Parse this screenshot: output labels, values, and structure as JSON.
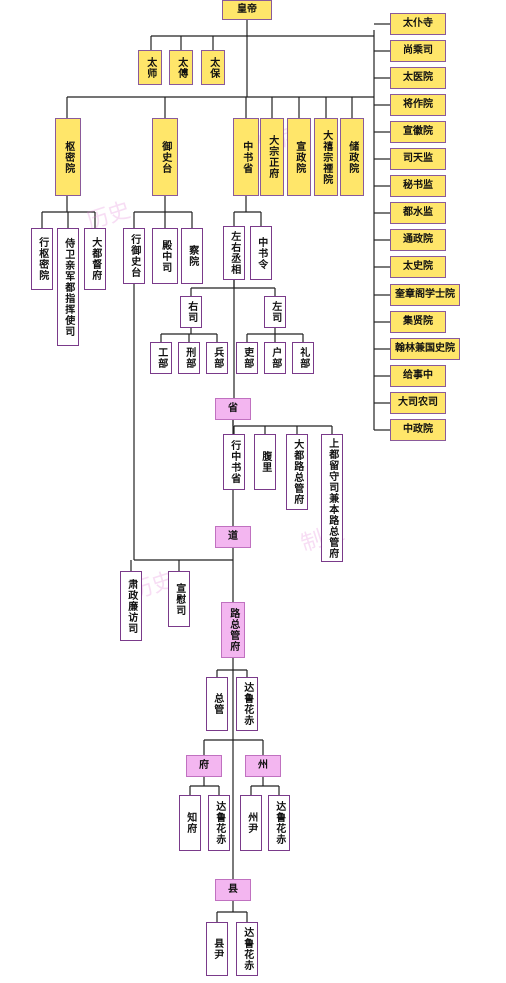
{
  "diagram": {
    "nodes": {
      "huangdi": "皇帝",
      "taishi": "太师",
      "taifu": "太傅",
      "taibao": "太保",
      "shumiyuan": "枢密院",
      "yushitai": "御史台",
      "zhongshusheng": "中书省",
      "dazongzhengfu": "大宗正府",
      "xuanzhengyuan": "宣政院",
      "dazhizongyingyuan": "大禧宗禋院",
      "chuzhengyuan": "储政院",
      "xingshumiyuan": "行枢密院",
      "shiwei": "侍卫亲军都指挥使司",
      "dadudufu": "大都督府",
      "xingyushitai": "行御史台",
      "dianzhongsi": "殿中司",
      "chayuan": "察院",
      "zuoyouchengxiang": "左右丞相",
      "zhongshuling": "中书令",
      "yousi": "右司",
      "zuosi": "左司",
      "gongbu": "工部",
      "xingbu": "刑部",
      "bingbu": "兵部",
      "libu": "吏部",
      "hubu": "户部",
      "libu2": "礼部",
      "sheng": "省",
      "xingzhongshusheng": "行中书省",
      "fuli": "腹里",
      "dadulu": "大都路总管府",
      "shangdu": "上都留守司兼本路总管府",
      "dao": "道",
      "suzheng": "肃政廉访司",
      "xuanweisi": "宣慰司",
      "luzongguanfu": "路总管府",
      "zongguan": "总管",
      "daluhuachi1": "达鲁花赤",
      "fu": "府",
      "zhou": "州",
      "zhifu": "知府",
      "daluhuachi2": "达鲁花赤",
      "zhouyin": "州尹",
      "daluhuachi3": "达鲁花赤",
      "xian": "县",
      "xianyin": "县尹",
      "daluhuachi4": "达鲁花赤"
    },
    "right_list": [
      "太仆寺",
      "尚乘司",
      "太医院",
      "将作院",
      "宣徽院",
      "司天监",
      "秘书监",
      "都水监",
      "通政院",
      "太史院",
      "奎章阁学士院",
      "集贤院",
      "翰林兼国史院",
      "给事中",
      "大司农司",
      "中政院"
    ],
    "watermark": [
      "历史",
      "制度",
      "历史",
      "制度"
    ]
  }
}
